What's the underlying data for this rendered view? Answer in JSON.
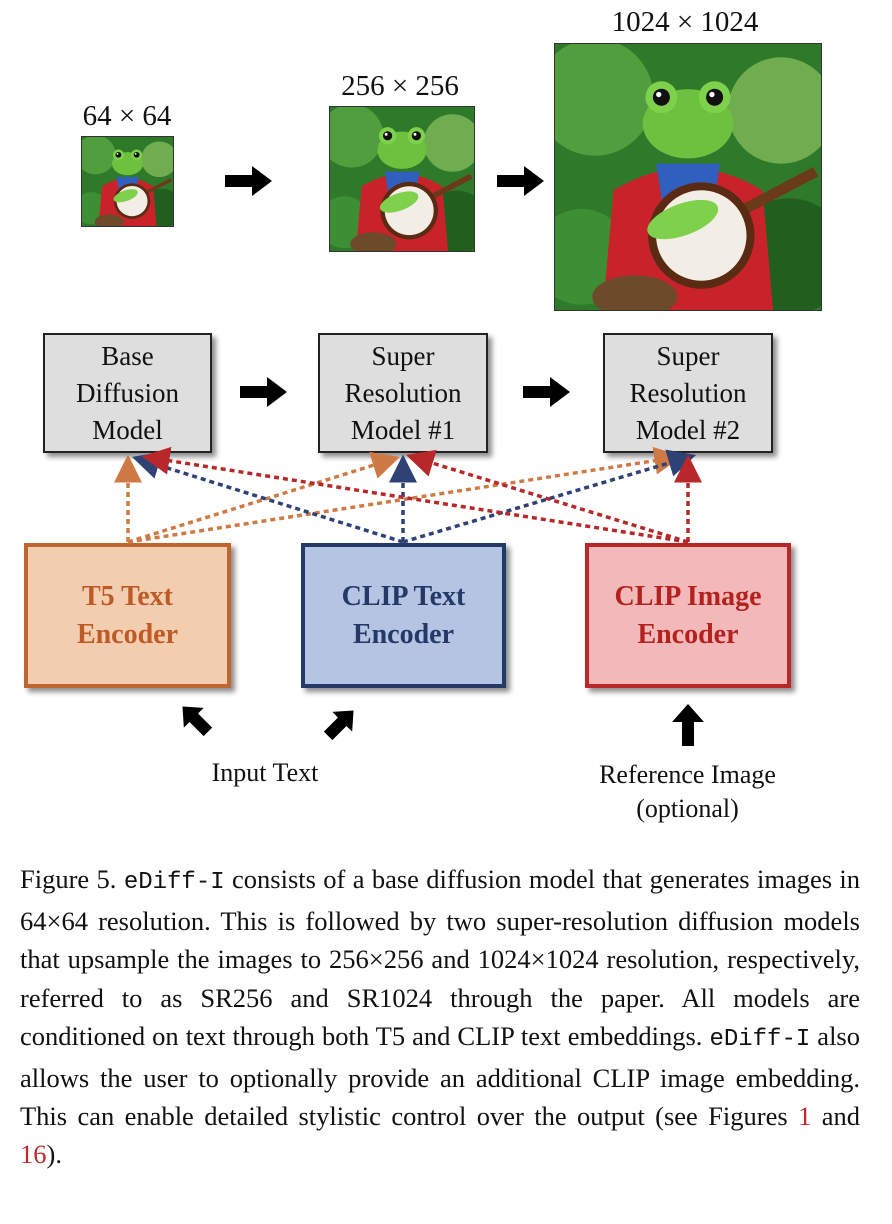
{
  "figure": {
    "resolutions": {
      "small": "64 × 64",
      "medium": "256 × 256",
      "large": "1024 × 1024"
    },
    "models": {
      "base": [
        "Base",
        "Diffusion",
        "Model"
      ],
      "sr1": [
        "Super",
        "Resolution",
        "Model #1"
      ],
      "sr2": [
        "Super",
        "Resolution",
        "Model #2"
      ]
    },
    "encoders": {
      "t5": [
        "T5 Text",
        "Encoder"
      ],
      "clip_text": [
        "CLIP Text",
        "Encoder"
      ],
      "clip_image": [
        "CLIP Image",
        "Encoder"
      ]
    },
    "inputs": {
      "text": "Input Text",
      "reference": [
        "Reference Image",
        "(optional)"
      ]
    },
    "colors": {
      "t5_border": "#c0652f",
      "t5_fill": "#f3cdb0",
      "t5_text": "#bd5a25",
      "clip_text_border": "#243a66",
      "clip_text_fill": "#b6c4e3",
      "clip_text_text": "#233967",
      "clip_image_border": "#b8282a",
      "clip_image_fill": "#f3b8b9",
      "clip_image_text": "#b3221f",
      "model_fill": "#dedede"
    }
  },
  "caption": {
    "label": "Figure 5.",
    "name": "eDiff-I",
    "part1": " consists of a base diffusion model that generates images in 64×64 resolution. This is followed by two super-resolution diffusion models that upsample the images to 256×256 and 1024×1024 resolution, respectively, referred to as SR256 and SR1024 through the paper. All models are conditioned on text through both T5 and CLIP text embeddings. ",
    "name2": "eDiff-I",
    "part2": " also allows the user to optionally provide an additional CLIP image embedding. This can enable detailed stylistic control over the output (see Figures ",
    "ref1": "1",
    "and": " and ",
    "ref2": "16",
    "end": ")."
  }
}
